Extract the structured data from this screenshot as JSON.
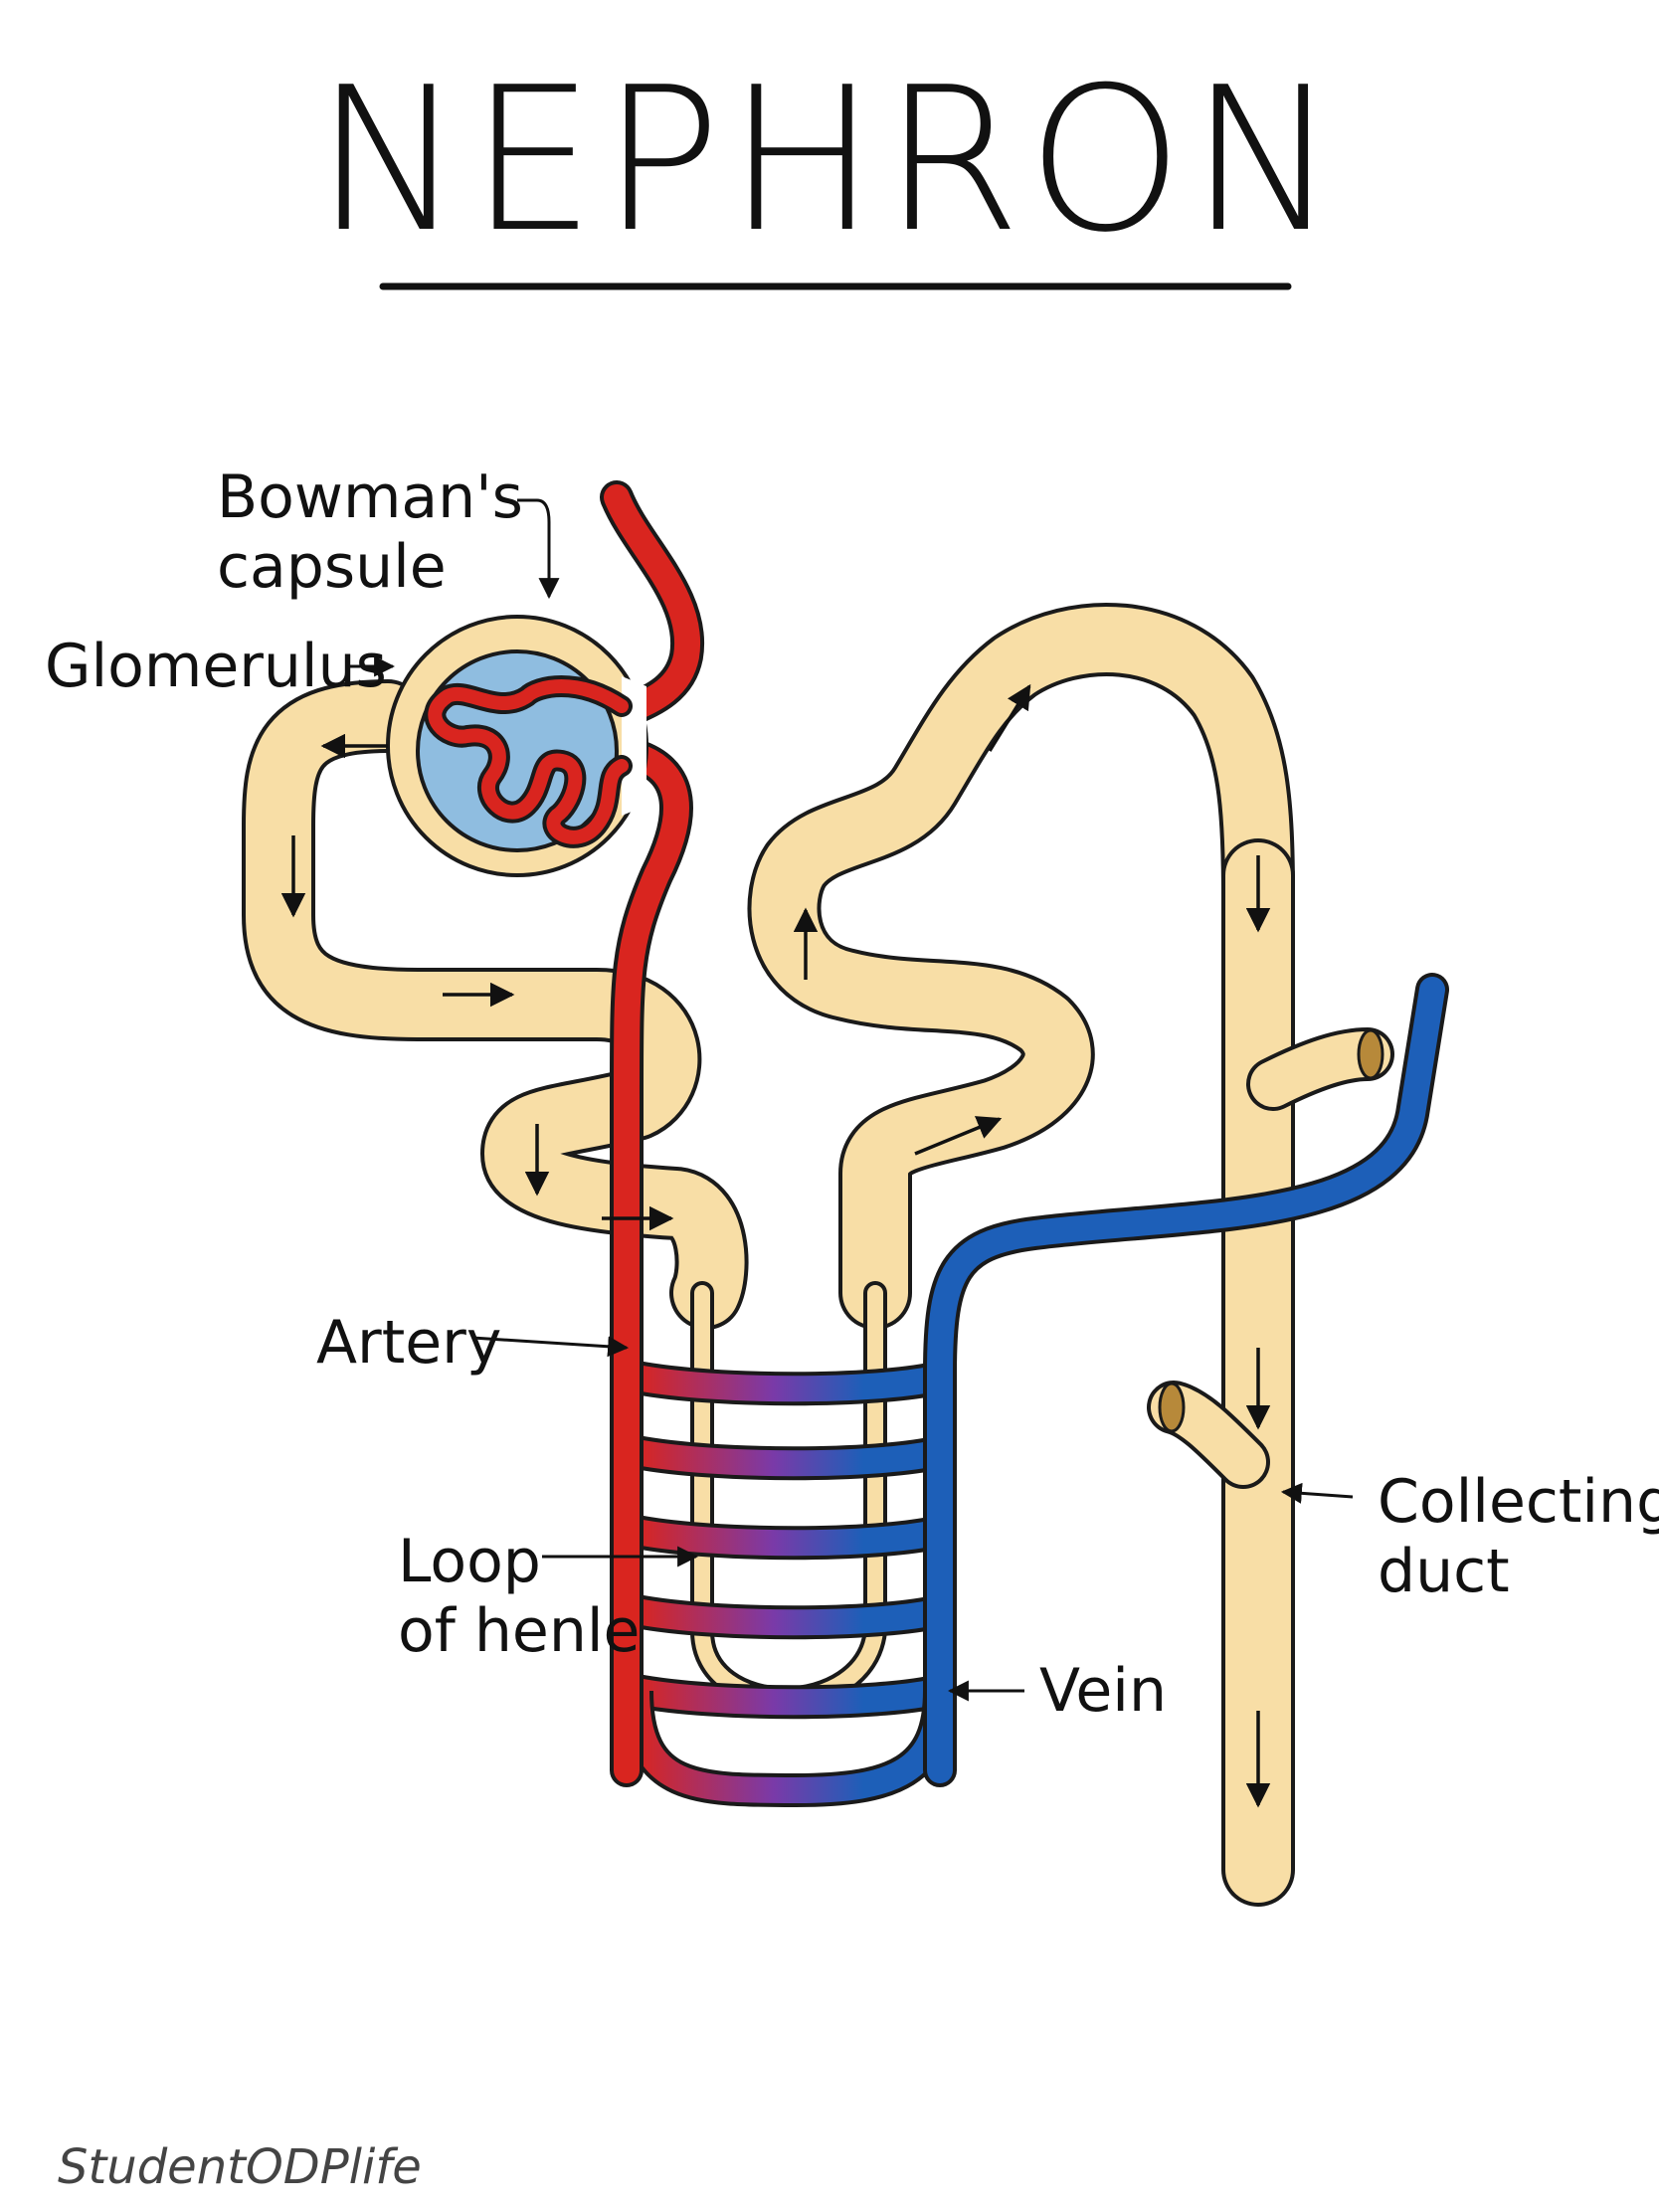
{
  "title": "NEPHRON",
  "labels": {
    "bowmans_capsule_line1": "Bowman's",
    "bowmans_capsule_line2": "capsule",
    "glomerulus": "Glomerulus",
    "artery": "Artery",
    "loop_line1": "Loop",
    "loop_line2": "of henle",
    "vein": "Vein",
    "collecting_line1": "Collecting",
    "collecting_line2": "duct"
  },
  "watermark": "StudentODPlife",
  "colors": {
    "tubule": "#f8dea6",
    "outline": "#1a1a1a",
    "artery": "#d9251f",
    "vein": "#1d5fb8",
    "capsule_inner": "#8fbde0",
    "mixing": "#7a3aa8"
  }
}
